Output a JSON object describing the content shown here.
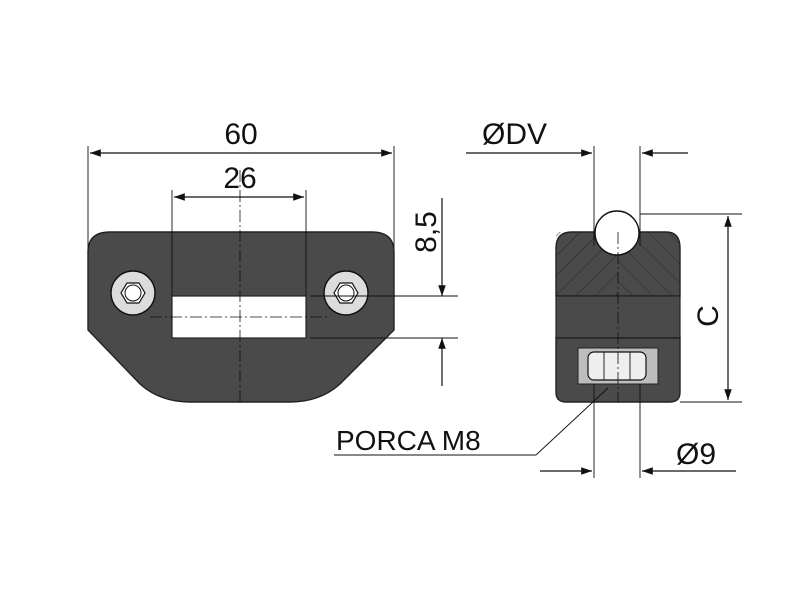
{
  "dimensions": {
    "overall_width": "60",
    "slot_width": "26",
    "height_offset": "8,5",
    "diameter_dv": "DV",
    "c_label": "C",
    "diameter_9": "9"
  },
  "symbols": {
    "diameter": "Ø"
  },
  "callouts": {
    "nut_label": "PORCA M8"
  },
  "colors": {
    "body": "#4a4a4a",
    "line": "#111111",
    "background": "#ffffff"
  }
}
